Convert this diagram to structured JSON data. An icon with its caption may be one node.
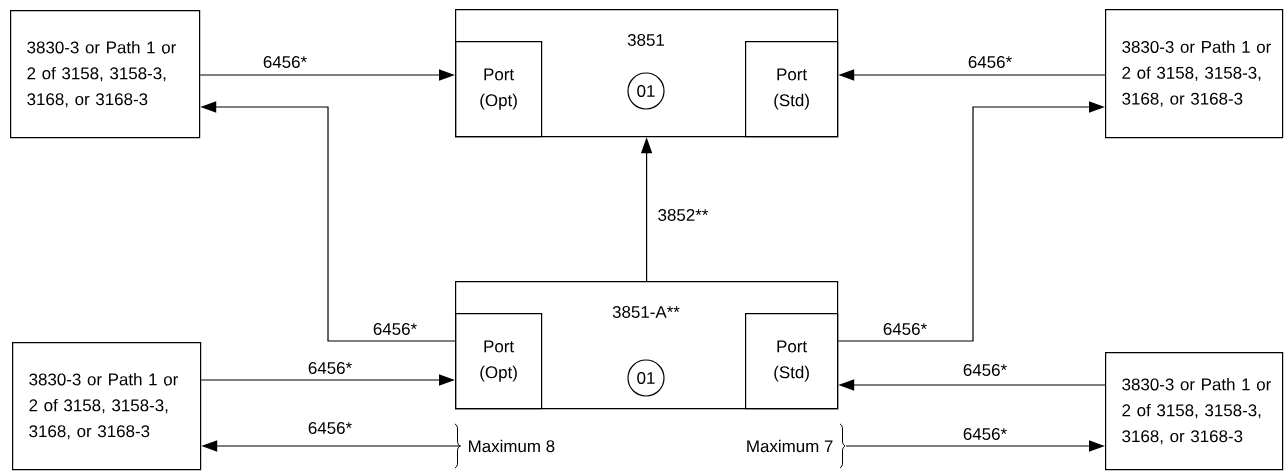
{
  "diagram": {
    "nodes": [
      {
        "text": [
          "3830-3 or Path 1 or 2 of 3158, 3158-3, 3168, or 3168-3"
        ]
      },
      {
        "text": [
          "3851"
        ]
      },
      {
        "text": [
          "Port (Opt)"
        ],
        "in": 1
      },
      {
        "text": [
          "01"
        ],
        "in": 1
      },
      {
        "text": [
          "Port (Std)"
        ],
        "in": 1
      },
      {
        "text": [
          "3830-3 or Path 1 or 2 of 3158, 3158-3, 3168, or 3168-3"
        ]
      },
      {
        "text": [
          "3851-A**"
        ]
      },
      {
        "text": [
          "Port (Opt)"
        ],
        "in": 6
      },
      {
        "text": [
          "01"
        ],
        "in": 6
      },
      {
        "text": [
          "Port (Std)"
        ],
        "in": 6
      },
      {
        "text": [
          "3830-3 or Path 1 or 2 of 3158, 3158-3, 3168, or 3168-3"
        ]
      },
      {
        "text": [
          "3830-3 or Path 1 or 2 of 3158, 3158-3, 3168, or 3168-3"
        ]
      },
      {
        "text": [
          "Maximum 8"
        ]
      },
      {
        "text": [
          "Maximum 7"
        ]
      }
    ],
    "edges": [
      {
        "from": 0,
        "to": 2,
        "arrow": "to",
        "label": "6456*"
      },
      {
        "from": 5,
        "to": 4,
        "arrow": "to",
        "label": "6456*"
      },
      {
        "from": 7,
        "to": 0,
        "arrow": "to",
        "label": "6456*"
      },
      {
        "from": 9,
        "to": 5,
        "arrow": "to",
        "label": "6456*"
      },
      {
        "from": 6,
        "to": 1,
        "arrow": "to",
        "label": "3852**"
      },
      {
        "from": 10,
        "to": 7,
        "arrow": "to",
        "label": "6456*"
      },
      {
        "from": 11,
        "to": 9,
        "arrow": "to",
        "label": "6456*"
      },
      {
        "from": 12,
        "to": 10,
        "arrow": "to",
        "label": "6456*"
      },
      {
        "from": 13,
        "to": 11,
        "arrow": "to",
        "label": "6456*"
      }
    ]
  }
}
